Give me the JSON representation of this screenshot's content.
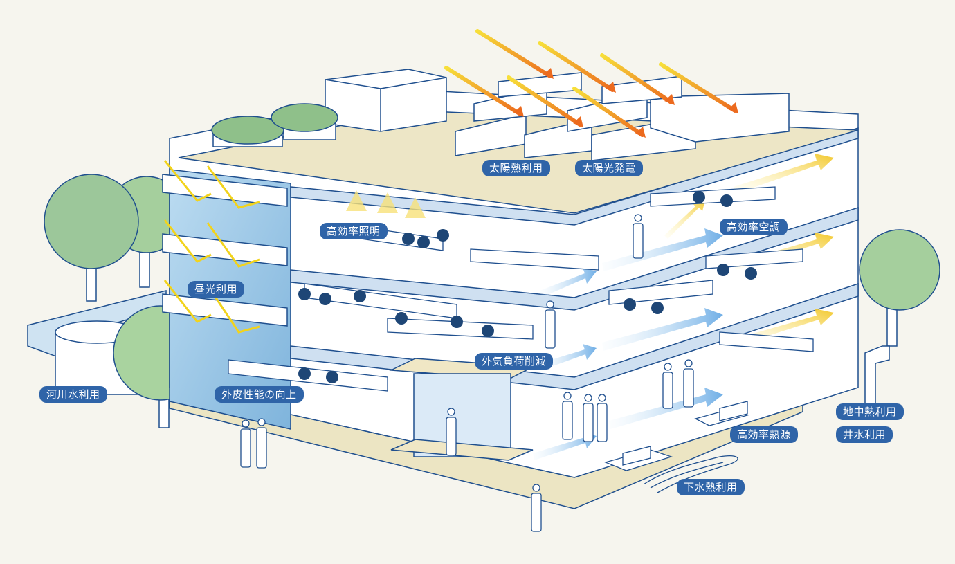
{
  "labels": {
    "solar_heat": "太陽熱利用",
    "solar_power": "太陽光発電",
    "efficient_lighting": "高効率照明",
    "efficient_ac": "高効率空調",
    "daylight": "昼光利用",
    "outdoor_load": "外気負荷削減",
    "river_water": "河川水利用",
    "envelope": "外皮性能の向上",
    "geothermal": "地中熱利用",
    "well_water": "井水利用",
    "efficient_heat_source": "高効率熱源",
    "sewage_heat": "下水熱利用"
  },
  "colors": {
    "background": "#f6f5ee",
    "label_bg": "#2f64a8",
    "outline": "#1f4f8e",
    "floor_slab": "#dfe8f2",
    "glass": "#9fc8e6",
    "tree": "#9cc79a",
    "roof": "#ede6c6",
    "sun_arrow": "#f0c92a",
    "sun_arrow_tip": "#ec6a1e",
    "air_arrow": "#7fb7e8"
  }
}
